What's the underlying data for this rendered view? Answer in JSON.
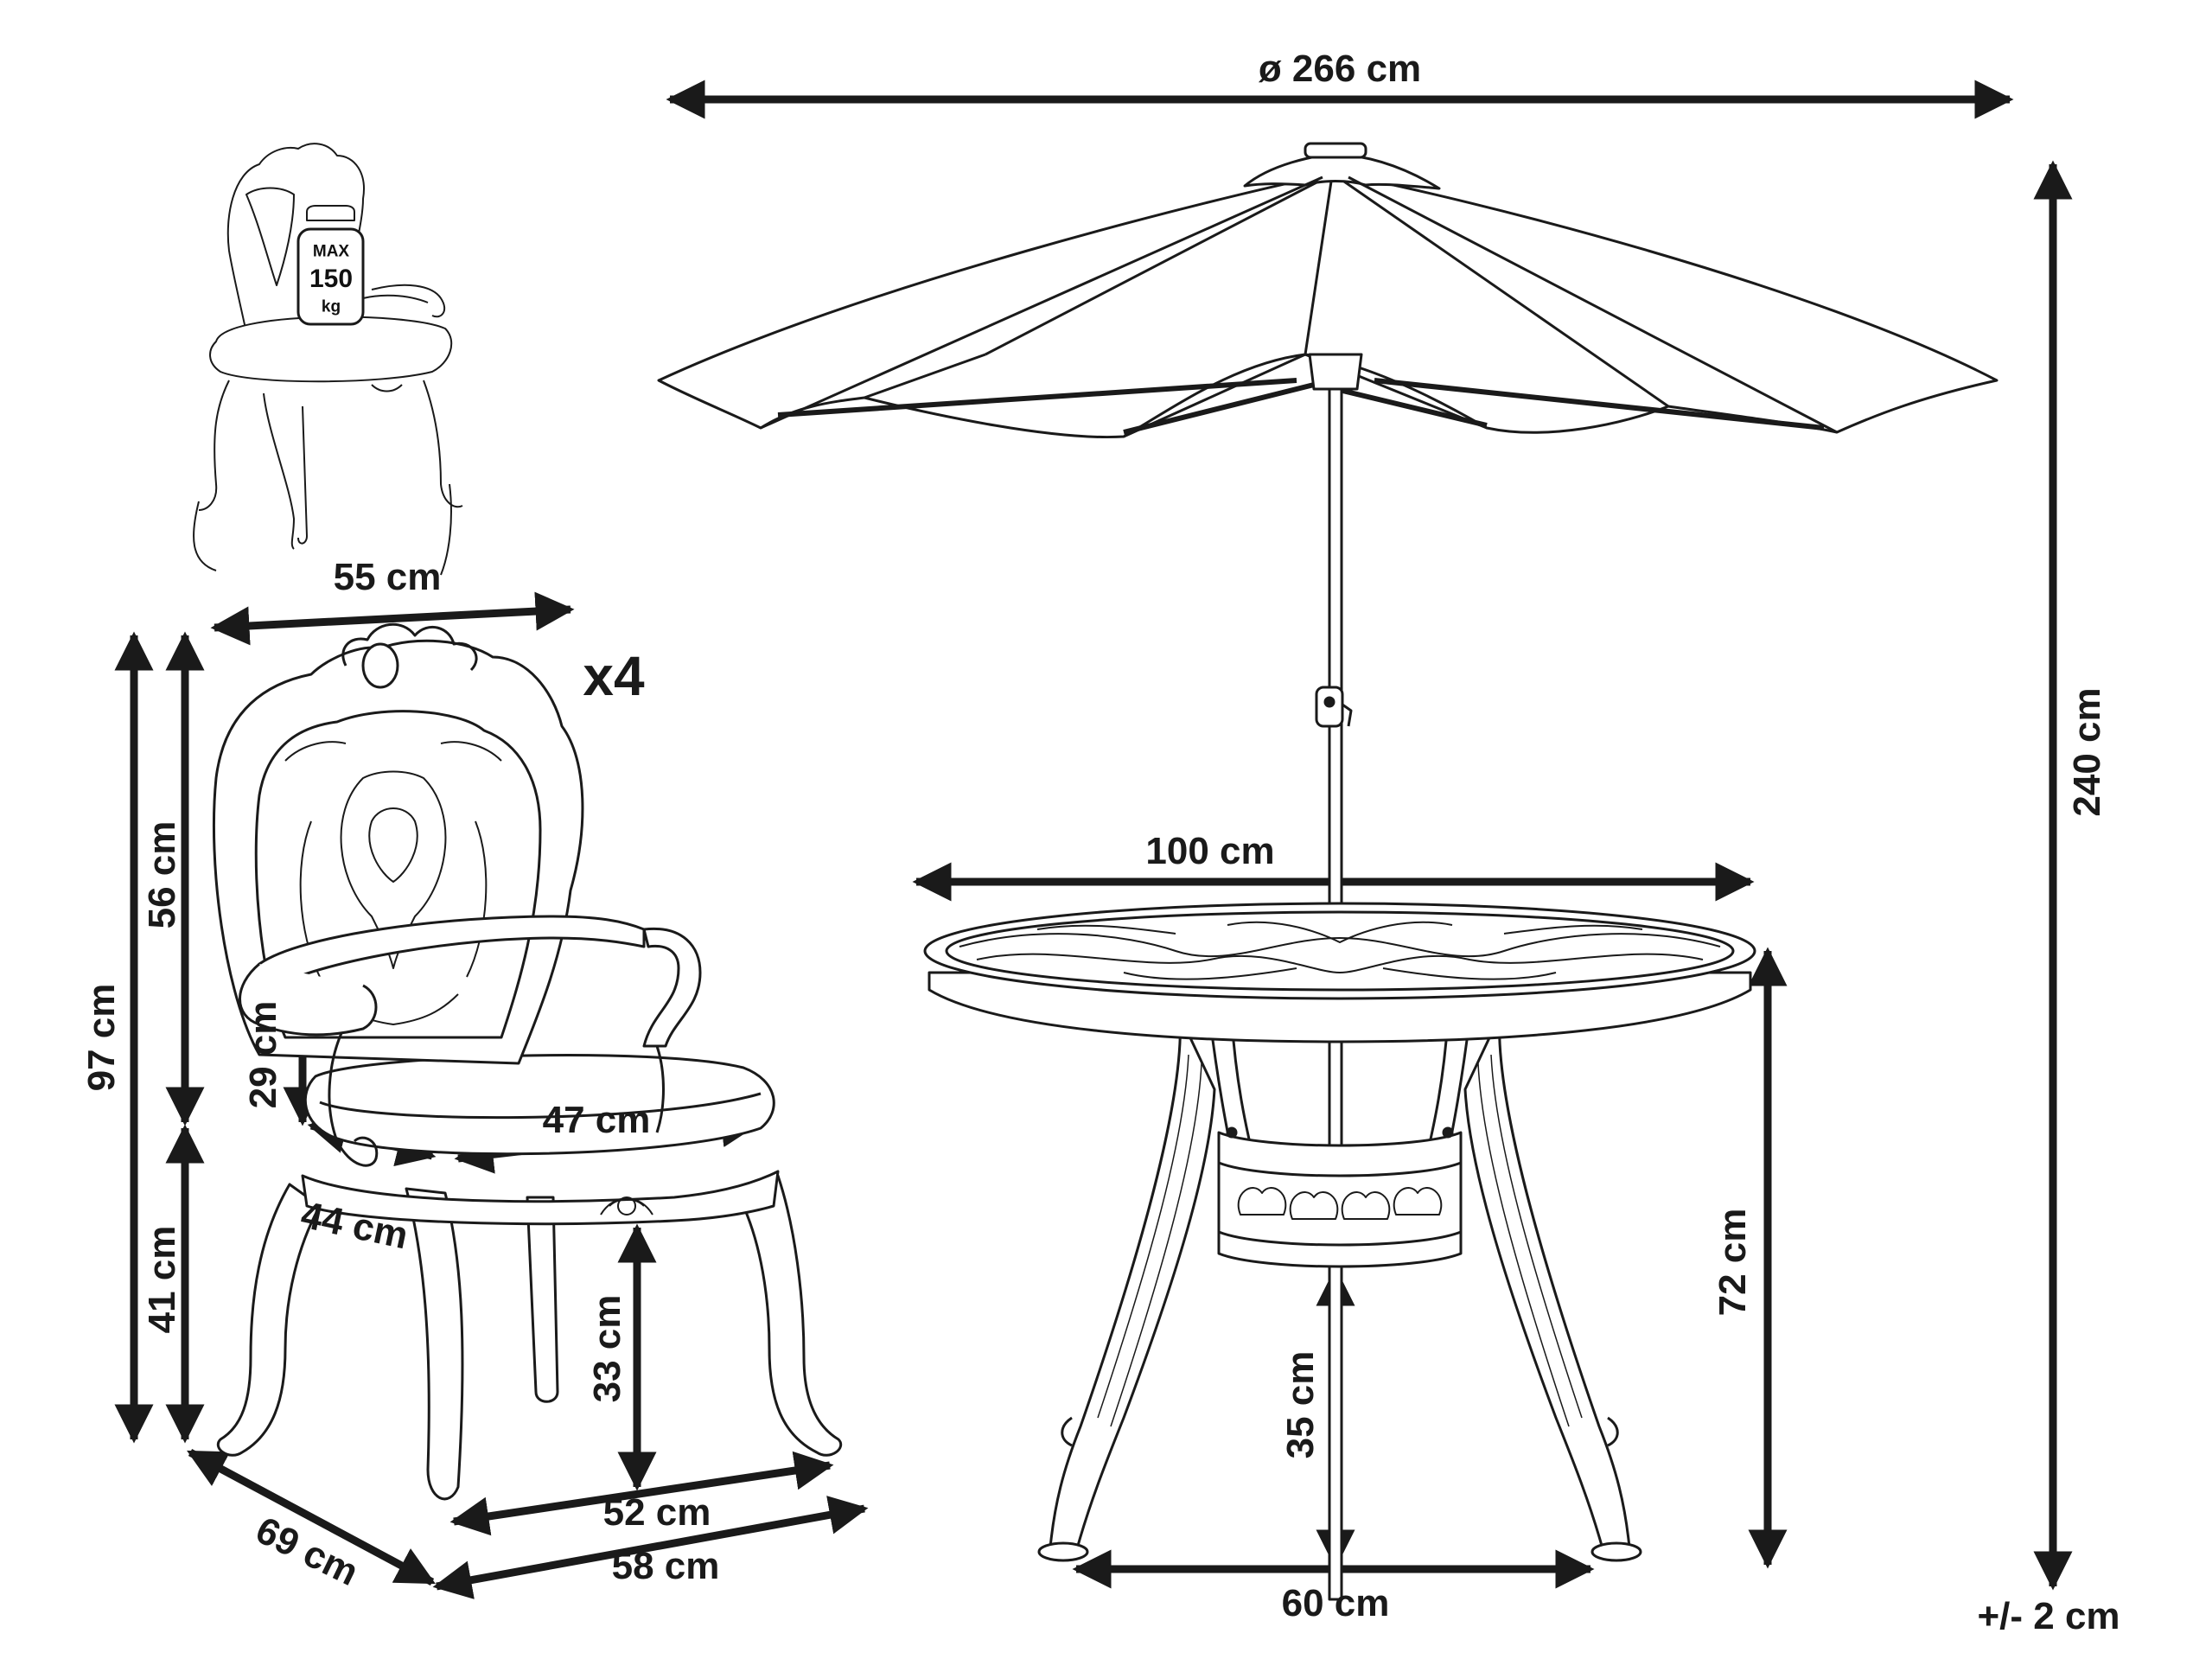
{
  "dimensions": {
    "umbrella_diameter": "ø 266 cm",
    "total_height": "240 cm",
    "chair_width": "55 cm",
    "quantity": "x4",
    "chair_height_total": "97 cm",
    "backrest_height": "56 cm",
    "seat_height": "41 cm",
    "armrest_height": "29 cm",
    "seat_width": "47 cm",
    "seat_depth": "44 cm",
    "under_seat_height": "33 cm",
    "front_width": "52 cm",
    "base_width": "58 cm",
    "chair_depth": "69 cm",
    "table_diameter": "100 cm",
    "table_height": "72 cm",
    "under_table_height": "35 cm",
    "table_base_width": "60 cm",
    "tolerance": "+/- 2 cm"
  },
  "badge": {
    "max": "MAX",
    "load": "150",
    "unit": "kg"
  },
  "colors": {
    "line": "#1a1a1a",
    "background": "#ffffff"
  }
}
